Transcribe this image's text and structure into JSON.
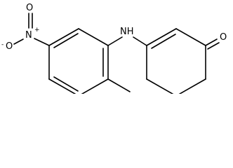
{
  "molecule": {
    "labels": {
      "nitro_oxygen": "O",
      "nitro_nitrogen": "N",
      "amine": "NH",
      "ketone_oxygen": "O",
      "minus": "-",
      "plus": "+"
    }
  }
}
